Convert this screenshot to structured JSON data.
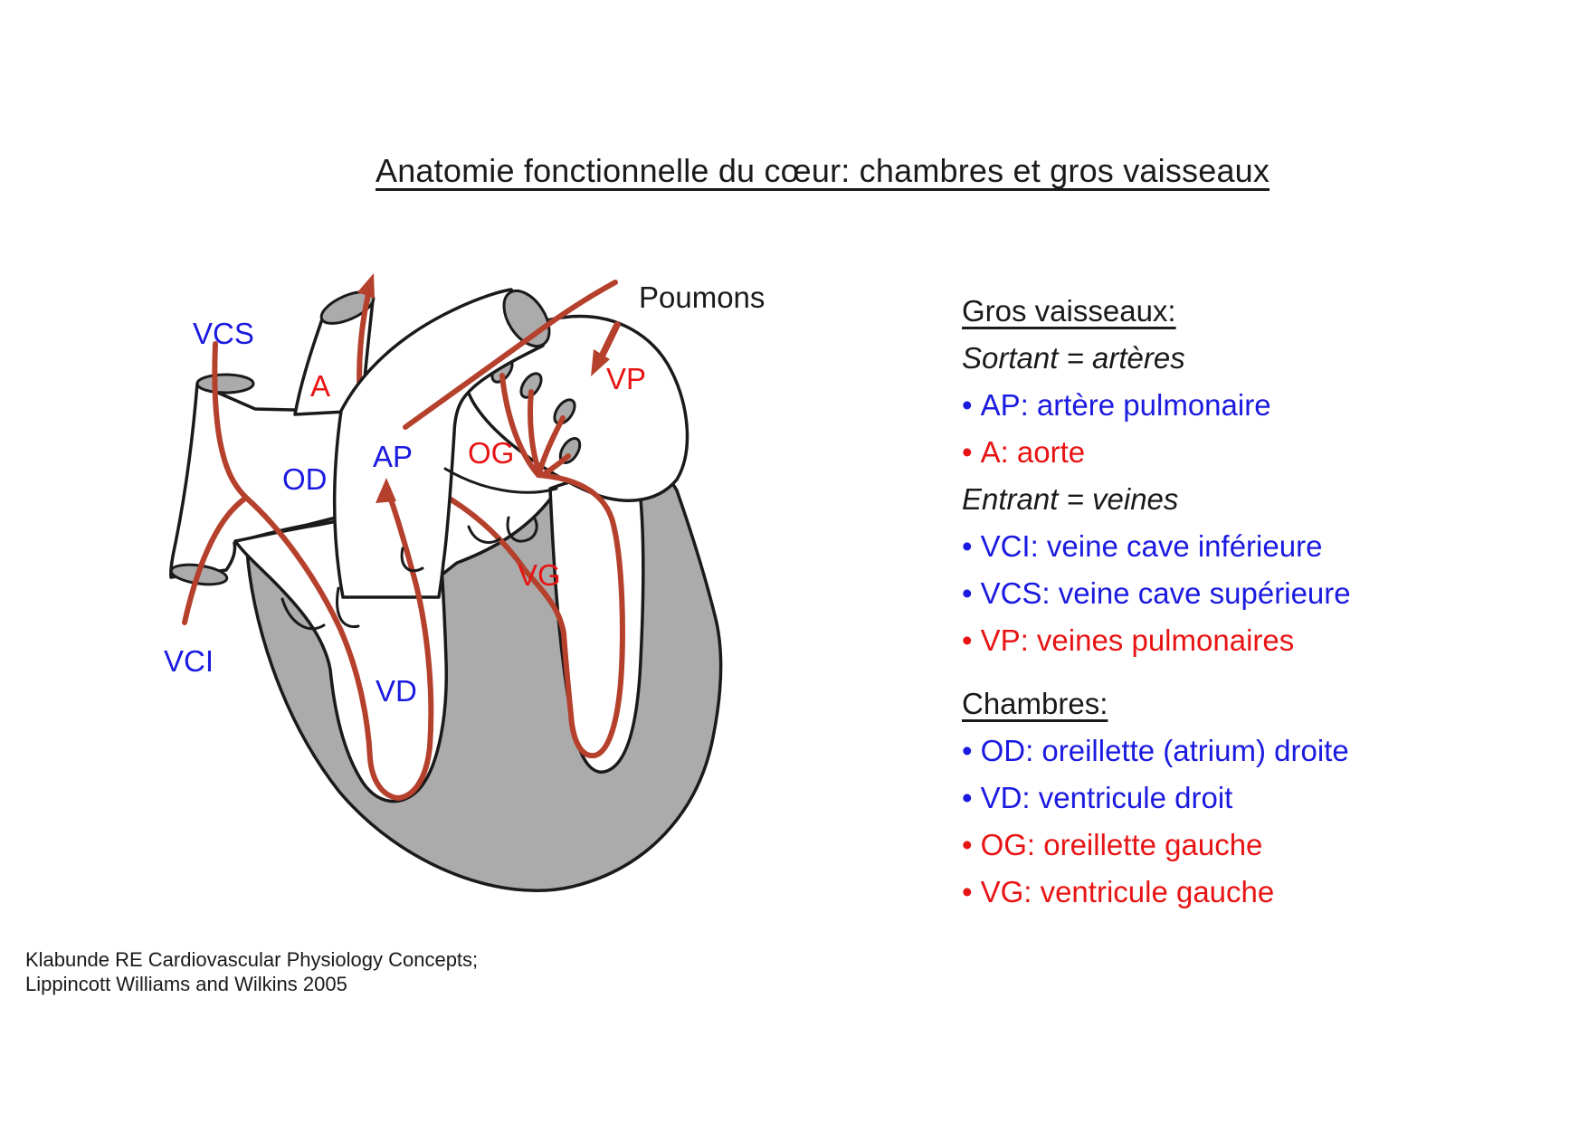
{
  "title": "Anatomie fonctionnelle du cœur: chambres et gros vaisseaux",
  "colors": {
    "blue": "#1b1ae0",
    "red": "#e81414",
    "line_red": "#b5402c",
    "gray": "#ababab",
    "black": "#1a1a1a"
  },
  "legend": {
    "bullet_char": "•",
    "vessels": {
      "heading": "Gros vaisseaux:",
      "outgoing_label": "Sortant = artères",
      "items_out": [
        {
          "text": "AP: artère pulmonaire",
          "color": "blue"
        },
        {
          "text": "A: aorte",
          "color": "red"
        }
      ],
      "incoming_label": "Entrant = veines",
      "items_in": [
        {
          "text": "VCI: veine cave inférieure",
          "color": "blue"
        },
        {
          "text": "VCS: veine cave supérieure",
          "color": "blue"
        },
        {
          "text": "VP: veines pulmonaires",
          "color": "red"
        }
      ]
    },
    "chambers": {
      "heading": "Chambres:",
      "items": [
        {
          "text": "OD: oreillette (atrium) droite",
          "color": "blue"
        },
        {
          "text": "VD: ventricule droit",
          "color": "blue"
        },
        {
          "text": "OG: oreillette gauche",
          "color": "red"
        },
        {
          "text": "VG: ventricule gauche",
          "color": "red"
        }
      ]
    }
  },
  "diagram": {
    "labels": {
      "vcs": {
        "text": "VCS",
        "color": "blue"
      },
      "a": {
        "text": "A",
        "color": "red"
      },
      "poumons": {
        "text": "Poumons",
        "color": "black"
      },
      "vp": {
        "text": "VP",
        "color": "red"
      },
      "ap": {
        "text": "AP",
        "color": "blue"
      },
      "og": {
        "text": "OG",
        "color": "red"
      },
      "od": {
        "text": "OD",
        "color": "blue"
      },
      "vg": {
        "text": "VG",
        "color": "red"
      },
      "vci": {
        "text": "VCI",
        "color": "blue"
      },
      "vd": {
        "text": "VD",
        "color": "blue"
      }
    }
  },
  "citation": {
    "line1": "Klabunde RE Cardiovascular Physiology Concepts;",
    "line2": "Lippincott Williams and Wilkins 2005"
  }
}
